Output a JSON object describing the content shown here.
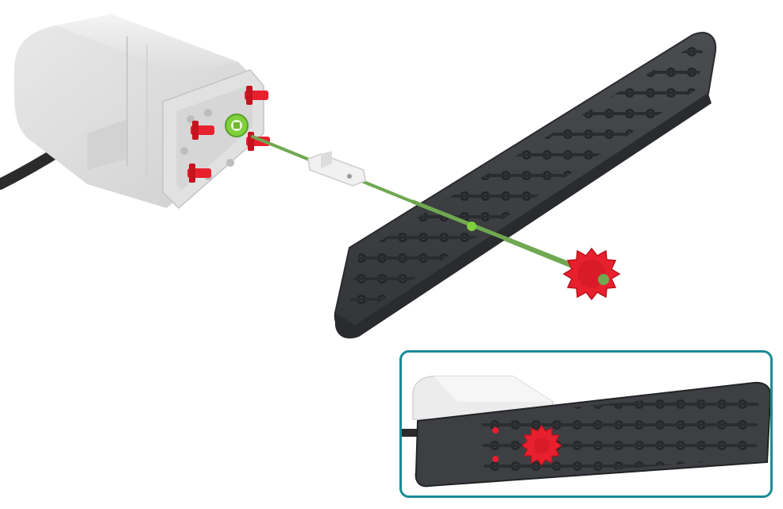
{
  "diagram": {
    "parts": [
      {
        "name": "smart-motor",
        "color": "#e6e6e6"
      },
      {
        "name": "motor-cable",
        "color": "#2f2f2f"
      },
      {
        "name": "red-pins",
        "color": "#e8202e"
      },
      {
        "name": "motor-shaft-socket",
        "color": "#7ed13b"
      },
      {
        "name": "shaft",
        "color": "#6fa850"
      },
      {
        "name": "white-shaft-connector",
        "color": "#eeeeee"
      },
      {
        "name": "beam",
        "color": "#3d3f42"
      },
      {
        "name": "red-gear",
        "color": "#e8202e"
      }
    ],
    "assembly_guide_color": "#6fa850",
    "inset": {
      "border_color": "#1b8a96",
      "view": "assembled"
    }
  }
}
